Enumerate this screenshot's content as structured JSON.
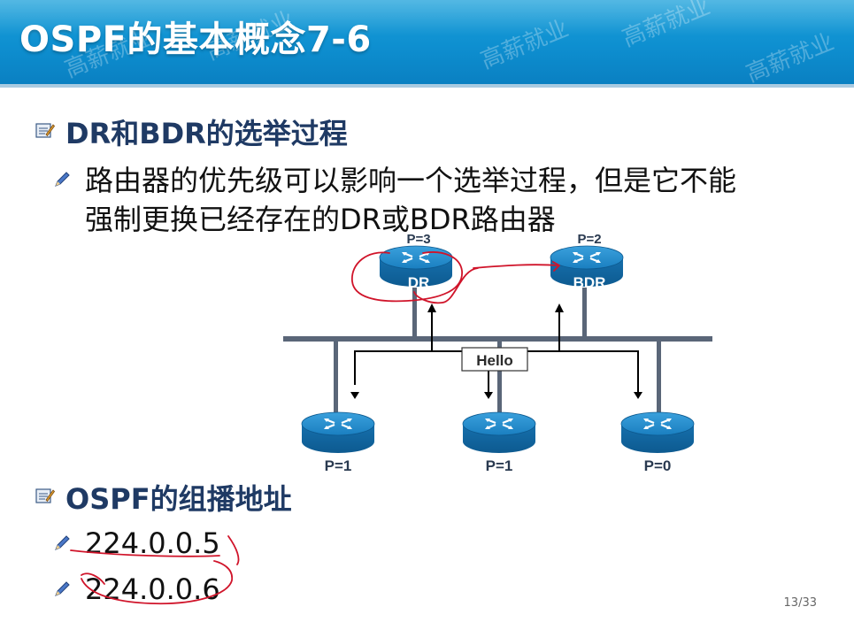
{
  "title": "OSPF的基本概念7-6",
  "watermark": "高薪就业",
  "section1": {
    "heading": "DR和BDR的选举过程",
    "bullet_line1": "路由器的优先级可以影响一个选举过程，但是它不能",
    "bullet_line2": "强制更换已经存在的DR或BDR路由器"
  },
  "diagram": {
    "dr_priority": "P=3",
    "dr_label": "DR",
    "bdr_priority": "P=2",
    "bdr_label": "BDR",
    "hello_label": "Hello",
    "bottom_left_priority": "P=1",
    "bottom_mid_priority": "P=1",
    "bottom_right_priority": "P=0"
  },
  "section2": {
    "heading": "OSPF的组播地址",
    "address1": "224.0.0.5",
    "address2": "224.0.0.6"
  },
  "page_number": "13/33",
  "colors": {
    "title_bar": "#0e8fd0",
    "heading_text": "#1f3a64",
    "router_blue": "#1a7fc0",
    "bus_gray": "#5a6678",
    "annotation_red": "#d0142a"
  }
}
